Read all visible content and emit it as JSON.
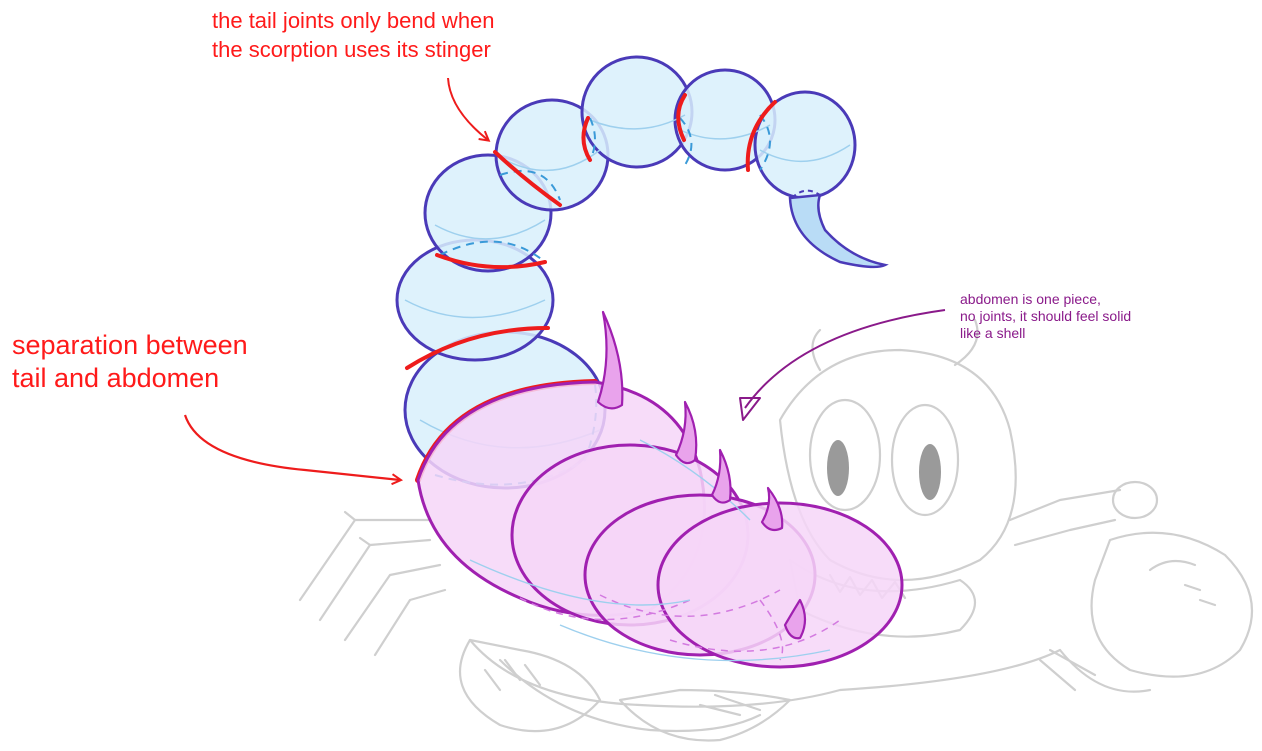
{
  "annotations": {
    "tail_joints": {
      "text": "the tail joints only bend when\nthe scorption uses its stinger",
      "color": "#ff1a1a"
    },
    "separation": {
      "text": "separation between\ntail and abdomen",
      "color": "#ff1a1a"
    },
    "abdomen": {
      "text": "abdomen is one piece,\nno joints, it should feel solid\nlike a shell",
      "color": "#8a1a8a"
    }
  },
  "colors": {
    "tail_fill": "#d8f0fb",
    "tail_outline": "#4a3ab8",
    "abdomen_fill": "#f6d6f8",
    "abdomen_outline": "#a020b0",
    "joint_red": "#ee1c1c",
    "sketch_gray": "#c8c8c8",
    "eye_gray": "#9a9a9a"
  }
}
